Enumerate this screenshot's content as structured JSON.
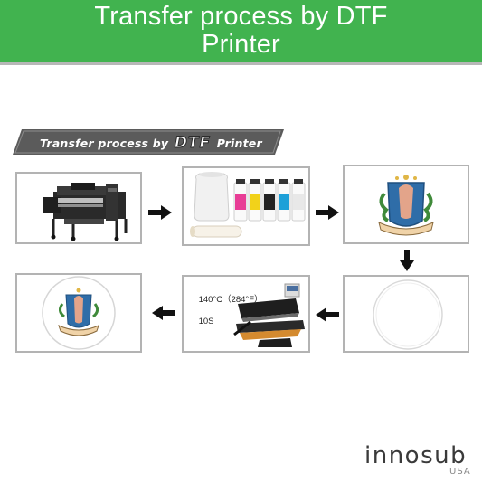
{
  "header": {
    "line1": "Transfer process by DTF",
    "line2": "Printer"
  },
  "banner": {
    "prefix": "Transfer process by",
    "brand": "DTF",
    "suffix": "Printer"
  },
  "steps": [
    {
      "name": "dtf-printer",
      "icon": "printer-machine"
    },
    {
      "name": "consumables",
      "icon": "ink-bottles-and-powder-bag"
    },
    {
      "name": "printed-transfer",
      "icon": "flower-emblem-print"
    },
    {
      "name": "blank-coaster",
      "icon": "blank-white-circle"
    },
    {
      "name": "heat-press",
      "icon": "heat-press-machine",
      "temp_line1": "140°C（284°F）",
      "temp_line2": "10S"
    },
    {
      "name": "finished-coaster",
      "icon": "printed-circle-coaster"
    }
  ],
  "logo": {
    "brand": "innosub",
    "region": "USA"
  },
  "colors": {
    "header_bg": "#41b34f",
    "banner_bg": "#5b5b5b",
    "frame": "#b3b3b3",
    "brand_text": "#3a3a3a"
  }
}
